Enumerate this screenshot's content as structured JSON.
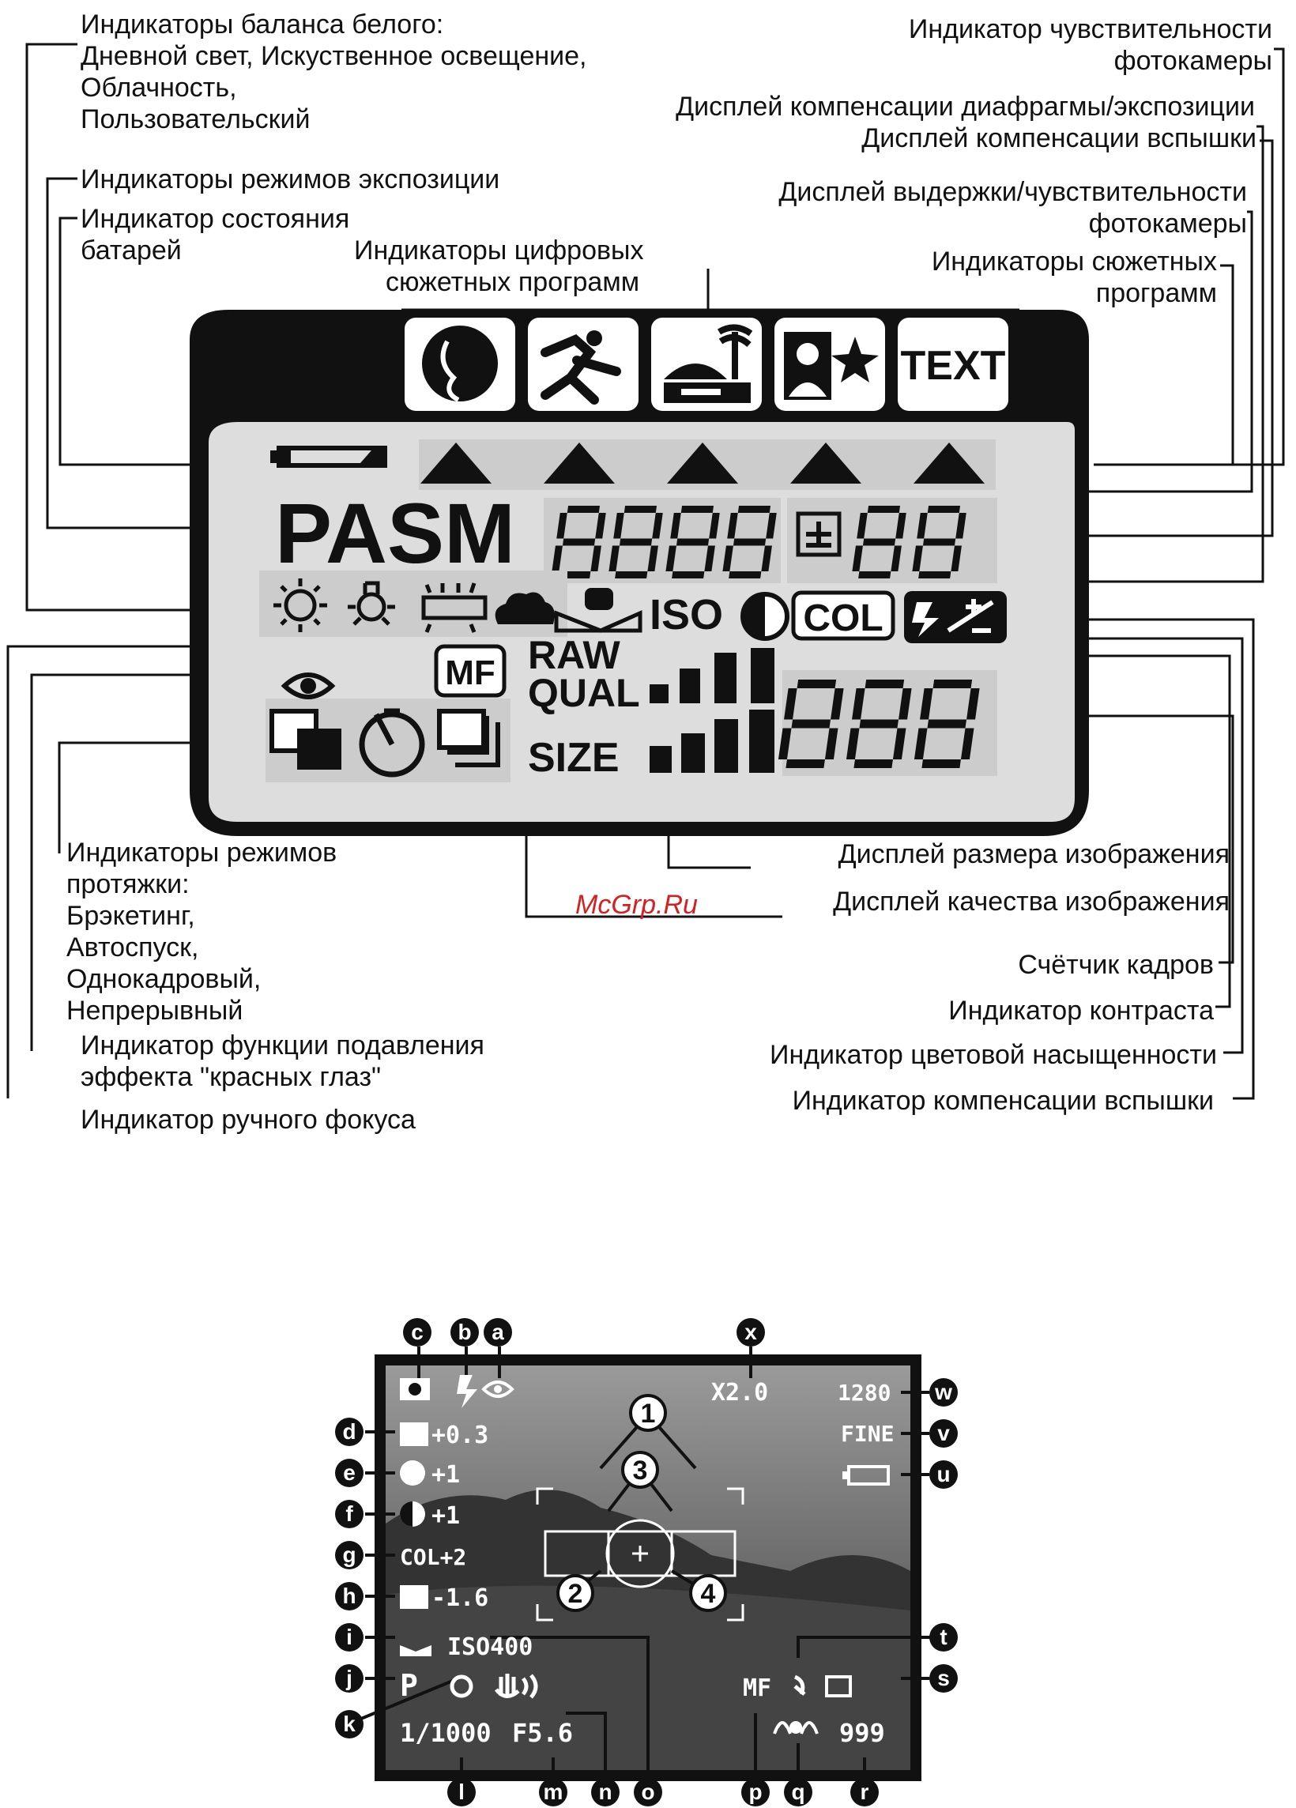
{
  "top_diagram": {
    "labels_left": {
      "white_balance": [
        "Индикаторы баланса белого:",
        "Дневной свет, Искуственное освещение,",
        "Облачность,",
        "Пользовательский"
      ],
      "exposure_modes": "Индикаторы режимов экспозиции",
      "battery": [
        "Индикатор состояния",
        "батарей"
      ],
      "digital_scenes": [
        "Индикаторы цифровых",
        "сюжетных программ"
      ],
      "drive_modes": [
        "Индикаторы режимов",
        "протяжки:",
        "Брэкетинг,",
        "Автоспуск,",
        "Однокадровый,",
        "Непрерывный"
      ],
      "red_eye": [
        "Индикатор функции подавления",
        "эффекта \"красных глаз\""
      ],
      "manual_focus": "Индикатор ручного фокуса"
    },
    "labels_right": {
      "sensitivity": [
        "Индикатор чувствительности",
        "фотокамеры"
      ],
      "aperture_exposure": "Дисплей компенсации диафрагмы/экспозиции",
      "flash_comp_display": "Дисплей компенсации вспышки",
      "shutter_iso": [
        "Дисплей выдержки/чувствительности",
        "фотокамеры"
      ],
      "scene_programs": [
        "Индикаторы сюжетных",
        "программ"
      ],
      "image_size": "Дисплей размера изображения",
      "image_quality": "Дисплей качества изображения",
      "frame_counter": "Счётчик кадров",
      "contrast": "Индикатор контраста",
      "saturation": "Индикатор цветовой насыщенности",
      "flash_comp": "Индикатор компенсации вспышки"
    },
    "lcd": {
      "mode_text": "PASM",
      "text_icon": "TEXT",
      "iso": "ISO",
      "col": "COL",
      "mf": "MF",
      "raw": "RAW",
      "qual": "QUAL",
      "size": "SIZE"
    },
    "watermark": "McGrp.Ru"
  },
  "bottom_diagram": {
    "letters_top": [
      "c",
      "b",
      "a",
      "x"
    ],
    "letters_left": [
      "d",
      "e",
      "f",
      "g",
      "h",
      "i",
      "j",
      "k"
    ],
    "letters_right": [
      "w",
      "v",
      "u",
      "t",
      "s"
    ],
    "letters_bottom": [
      "l",
      "m",
      "n",
      "o",
      "p",
      "q",
      "r"
    ],
    "numbers": [
      "1",
      "2",
      "3",
      "4"
    ],
    "screen": {
      "zoom": "X2.0",
      "size": "1280",
      "quality": "FINE",
      "flash_comp": "+0.3",
      "sharpness": "+1",
      "contrast": "+1",
      "color": "COL+2",
      "exposure_comp": "-1.6",
      "iso": "ISO400",
      "mode": "P",
      "shutter": "1/1000",
      "aperture": "F5.6",
      "mf": "MF",
      "frames": "999"
    }
  }
}
